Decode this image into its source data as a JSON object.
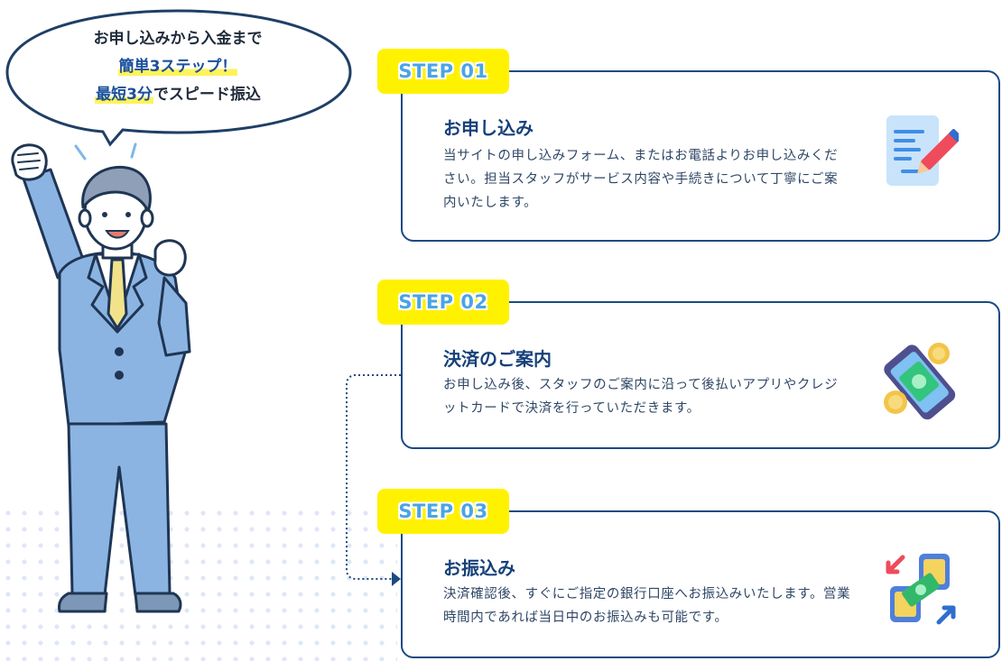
{
  "bubble": {
    "line1": "お申し込みから入金まで",
    "line2": "簡単3ステップ！",
    "line3_highlight": "最短3分",
    "line3_rest": "でスピード振込"
  },
  "steps": [
    {
      "tag": "STEP 01",
      "title": "お申し込み",
      "body": "当サイトの申し込みフォーム、またはお電話よりお申し込みください。担当スタッフがサービス内容や手続きについて丁寧にご案内いたします。",
      "icon": "document-pen-icon"
    },
    {
      "tag": "STEP 02",
      "title": "決済のご案内",
      "body": "お申し込み後、スタッフのご案内に沿って後払いアプリやクレジットカードで決済を行っていただきます。",
      "icon": "phone-money-icon"
    },
    {
      "tag": "STEP 03",
      "title": "お振込み",
      "body": "決済確認後、すぐにご指定の銀行口座へお振込みいたします。営業時間内であれば当日中のお振込みも可能です。",
      "icon": "money-transfer-icon"
    }
  ],
  "colors": {
    "navy": "#1b4a82",
    "yellow": "#fff200",
    "tag_text": "#4aa4e6",
    "suit": "#8bb4e2"
  }
}
